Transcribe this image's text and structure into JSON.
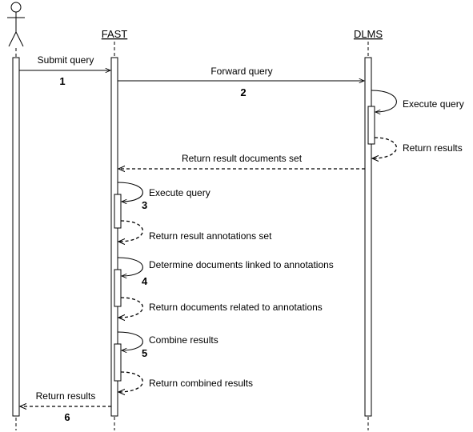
{
  "participants": {
    "fast": "FAST",
    "dlms": "DLMS"
  },
  "messages": {
    "submit_query": "Submit query",
    "forward_query": "Forward query",
    "execute_query_dlms": "Execute query",
    "return_results_dlms": "Return results",
    "return_result_documents_set": "Return result documents set",
    "execute_query_fast": "Execute query",
    "return_result_annotations_set": "Return result annotations set",
    "determine_documents": "Determine documents linked to annotations",
    "return_documents_related": "Return documents related to annotations",
    "combine_results": "Combine results",
    "return_combined_results": "Return combined results",
    "return_results_user": "Return results"
  },
  "steps": {
    "s1": "1",
    "s2": "2",
    "s3": "3",
    "s4": "4",
    "s5": "5",
    "s6": "6"
  }
}
